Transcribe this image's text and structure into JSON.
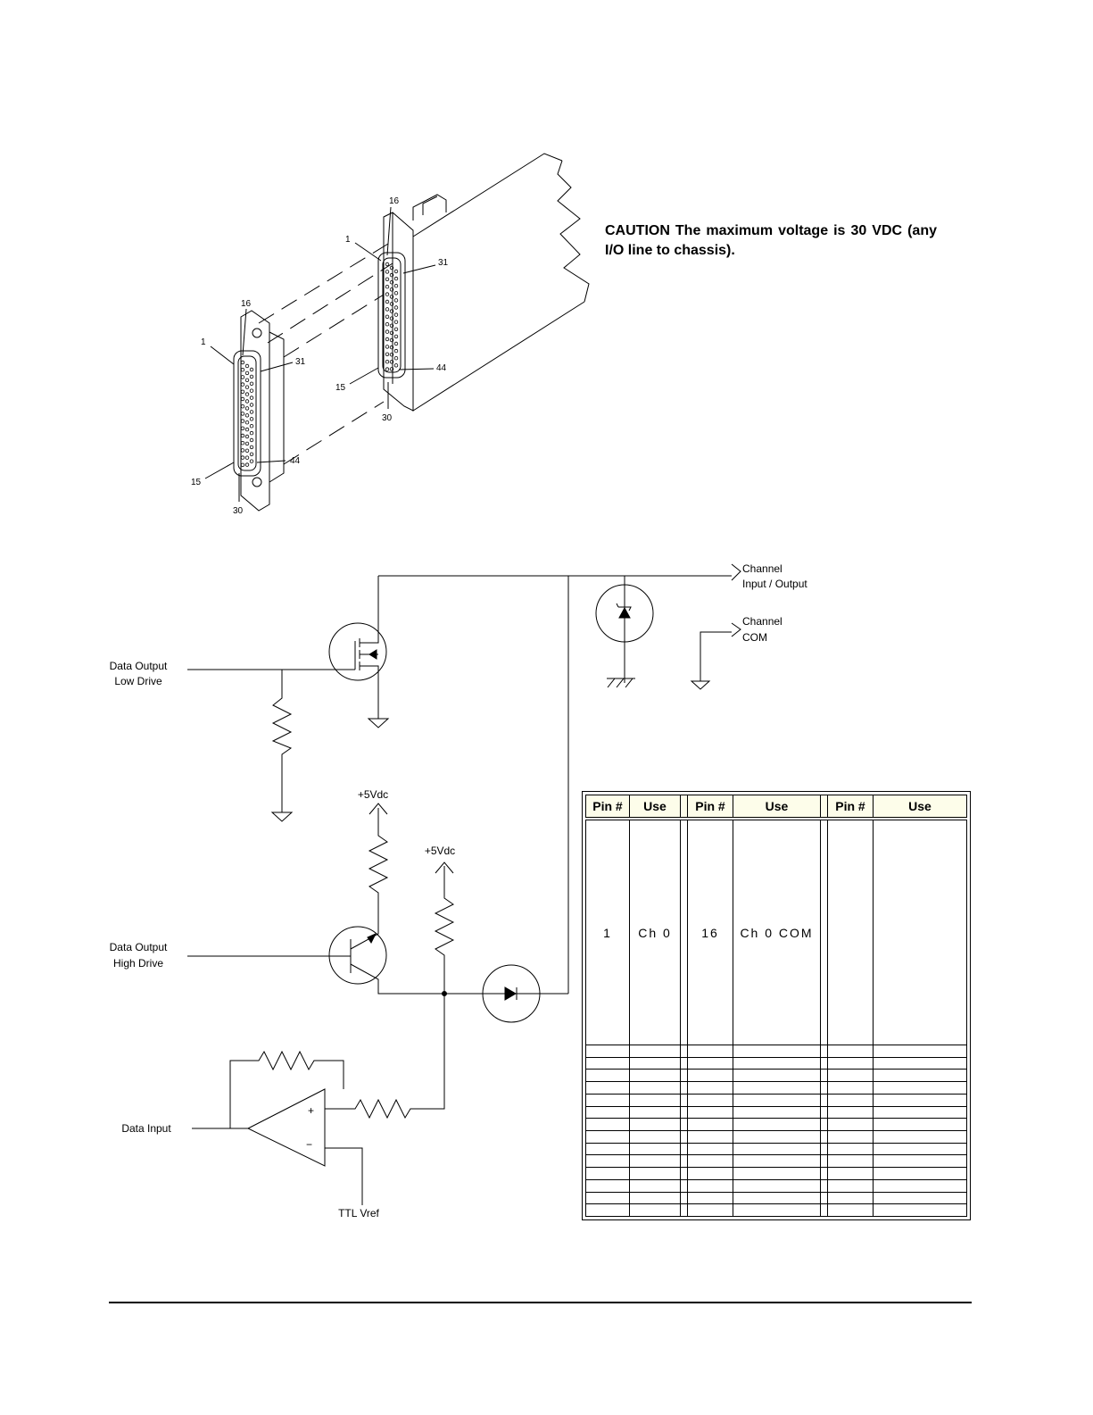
{
  "caution": {
    "text": "CAUTION The maximum voltage is 30 VDC (any I/O line to chassis)."
  },
  "connector_drawing": {
    "card_labels": [
      "16",
      "1",
      "31",
      "15",
      "44",
      "30"
    ],
    "plug_labels": [
      "16",
      "1",
      "31",
      "15",
      "44",
      "30"
    ]
  },
  "schematic": {
    "channel_io_line1": "Channel",
    "channel_io_line2": "Input / Output",
    "channel_com_line1": "Channel",
    "channel_com_line2": "COM",
    "data_output_low_line1": "Data Output",
    "data_output_low_line2": "Low Drive",
    "data_output_high_line1": "Data Output",
    "data_output_high_line2": "High Drive",
    "data_input": "Data Input",
    "vcc_1": "+5Vdc",
    "vcc_2": "+5Vdc",
    "ttl_vref": "TTL Vref",
    "opamp_plus": "+",
    "opamp_minus": "−"
  },
  "pin_table": {
    "headers": [
      "Pin #",
      "Use",
      "Pin #",
      "Use",
      "Pin #",
      "Use"
    ],
    "rows": [
      [
        "1",
        "Ch 0",
        "16",
        "Ch 0 COM",
        "",
        ""
      ],
      [
        "",
        "",
        "",
        "",
        "",
        ""
      ],
      [
        "",
        "",
        "",
        "",
        "",
        ""
      ],
      [
        "",
        "",
        "",
        "",
        "",
        ""
      ],
      [
        "",
        "",
        "",
        "",
        "",
        ""
      ],
      [
        "",
        "",
        "",
        "",
        "",
        ""
      ],
      [
        "",
        "",
        "",
        "",
        "",
        ""
      ],
      [
        "",
        "",
        "",
        "",
        "",
        ""
      ],
      [
        "",
        "",
        "",
        "",
        "",
        ""
      ],
      [
        "",
        "",
        "",
        "",
        "",
        ""
      ],
      [
        "",
        "",
        "",
        "",
        "",
        ""
      ],
      [
        "",
        "",
        "",
        "",
        "",
        ""
      ],
      [
        "",
        "",
        "",
        "",
        "",
        ""
      ],
      [
        "",
        "",
        "",
        "",
        "",
        ""
      ],
      [
        "",
        "",
        "",
        "",
        "",
        ""
      ]
    ]
  }
}
